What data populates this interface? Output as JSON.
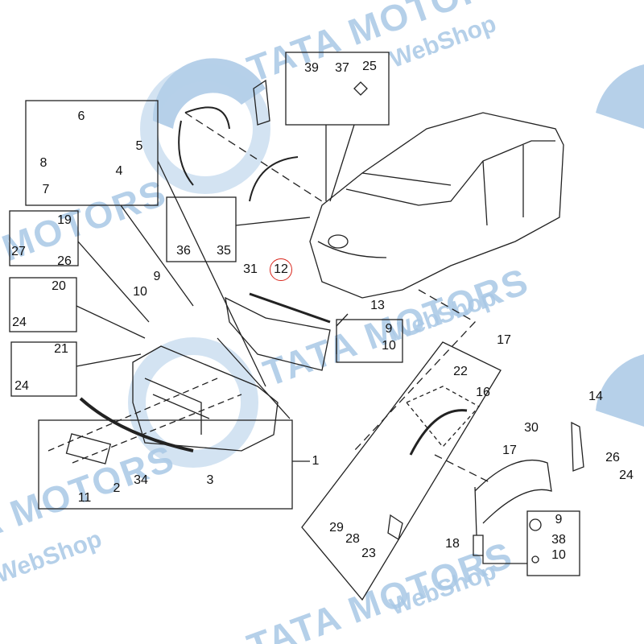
{
  "watermark": {
    "brand": "TATA MOTORS",
    "brand_short": "TATA",
    "shop": "WebShop",
    "color": "#a9c8e6"
  },
  "highlight_color": "#d9261c",
  "callouts": {
    "c39": "39",
    "c37": "37",
    "c25": "25",
    "c6": "6",
    "c5": "5",
    "c8": "8",
    "c4": "4",
    "c7": "7",
    "c19": "19",
    "c27": "27",
    "c26a": "26",
    "c20": "20",
    "c24a": "24",
    "c21": "21",
    "c24b": "24",
    "c10a": "10",
    "c9a": "9",
    "c31": "31",
    "c12": "12",
    "c13": "13",
    "c9b": "9",
    "c10b": "10",
    "c36": "36",
    "c35": "35",
    "c1": "1",
    "c2": "2",
    "c34": "34",
    "c3": "3",
    "c11": "11",
    "c17a": "17",
    "c22": "22",
    "c16": "16",
    "c30": "30",
    "c14": "14",
    "c17b": "17",
    "c26b": "26",
    "c24c": "24",
    "c9c": "9",
    "c38": "38",
    "c10c": "10",
    "c29": "29",
    "c28": "28",
    "c23": "23",
    "c18": "18"
  }
}
